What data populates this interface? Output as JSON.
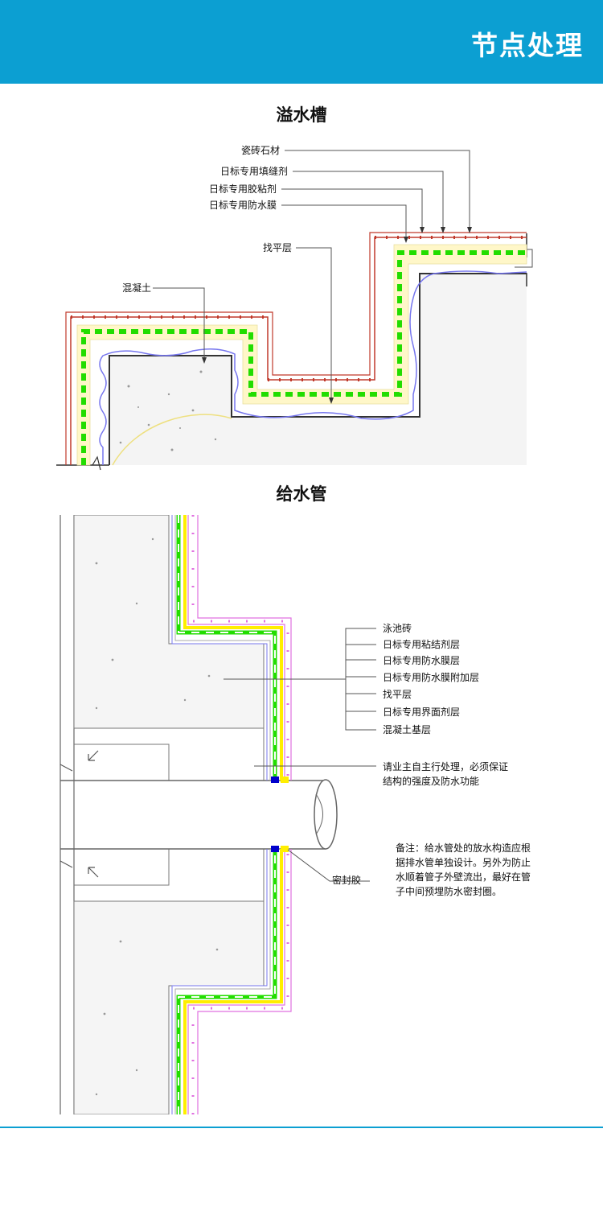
{
  "header": {
    "title": "节点处理",
    "color": "#0c9fd2"
  },
  "overflow_trough": {
    "title": "溢水槽",
    "labels": {
      "tile_stone": "瓷砖石材",
      "joint_filler": "日标专用填缝剂",
      "tile_adhesive": "日标专用胶粘剂",
      "waterproof_membrane": "日标专用防水膜",
      "leveling_layer": "找平层",
      "concrete": "混凝土"
    }
  },
  "water_pipe": {
    "title": "给水管",
    "legend": [
      "泳池砖",
      "日标专用粘结剂层",
      "日标专用防水膜层",
      "日标专用防水膜附加层",
      "找平层",
      "日标专用界面剂层",
      "混凝土基层"
    ],
    "owner_note_lines": [
      "请业主自主行处理，必须保证",
      "结构的强度及防水功能"
    ],
    "sealant_label": "密封胶",
    "remark_lines": [
      "备注：给水管处的放水构造应根",
      "据排水管单独设计。另外为防止",
      "水顺着管子外壁流出，最好在管",
      "子中间预埋防水密封圈。"
    ]
  },
  "colors": {
    "tile": "#c0392b",
    "membrane": "#22dd00",
    "leveling_fill": "#fff7c8",
    "interface": "#7777ee",
    "pool_tile": "#e070e0",
    "adhesive": "#ffee00"
  }
}
